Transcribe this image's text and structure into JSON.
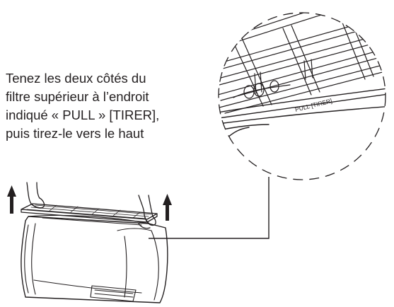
{
  "instruction": {
    "lines": [
      "Tenez les deux côtés du",
      "filtre supérieur à l’endroit",
      "indiqué « PULL » [TIRER],",
      "puis tirez-le vers le haut"
    ]
  },
  "detail": {
    "filter_tab_label": "PULL [TIRER]"
  },
  "colors": {
    "ink": "#231f20",
    "background": "#ffffff"
  }
}
